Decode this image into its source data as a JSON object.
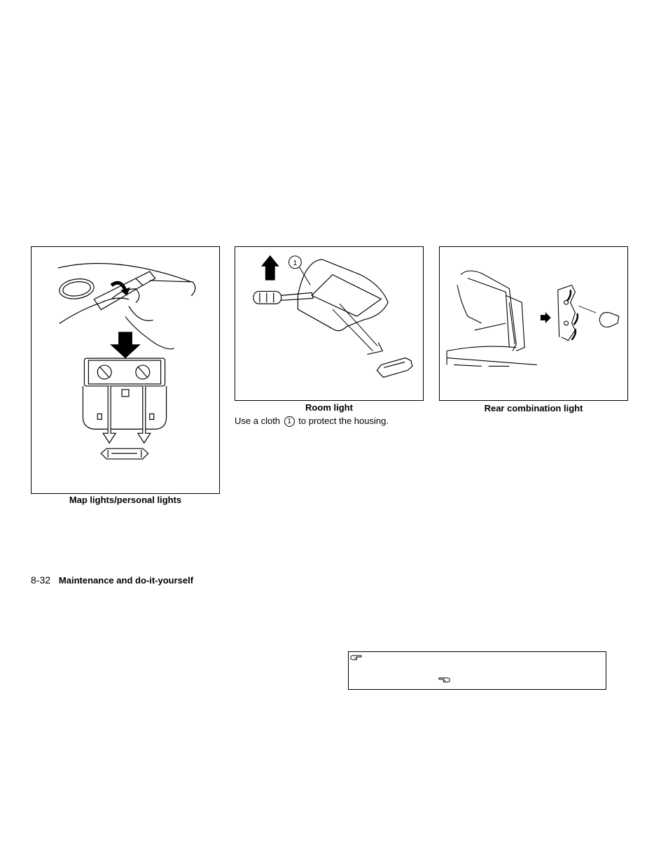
{
  "figures": [
    {
      "id": "map",
      "caption": "Map lights/personal lights"
    },
    {
      "id": "room",
      "caption": "Room light",
      "callout": "1"
    },
    {
      "id": "rear",
      "caption": "Rear combination light"
    }
  ],
  "room_note": {
    "before": "Use a cloth",
    "marker": "1",
    "after": "to protect the housing."
  },
  "footer": {
    "page_number": "8-32",
    "section_title": "Maintenance and do-it-yourself"
  }
}
